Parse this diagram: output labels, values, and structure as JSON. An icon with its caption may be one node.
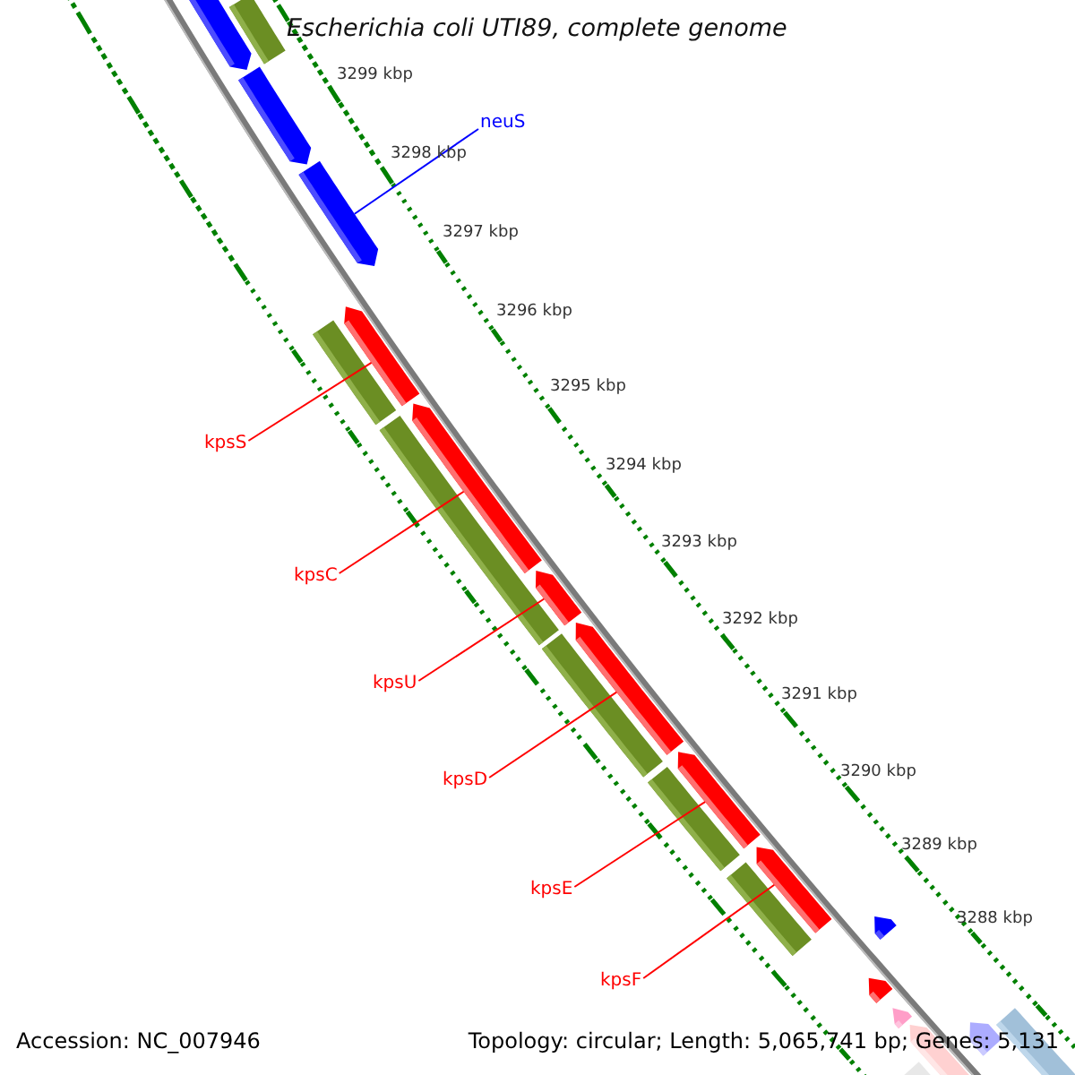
{
  "diagram": {
    "title": "Escherichia coli UTI89, complete genome",
    "nodes": [
      {
        "text": [
          "neuS"
        ]
      },
      {
        "text": [
          "kpsS"
        ]
      },
      {
        "text": [
          "kpsC"
        ]
      },
      {
        "text": [
          "kpsU"
        ]
      },
      {
        "text": [
          "kpsD"
        ]
      },
      {
        "text": [
          "kpsE"
        ]
      },
      {
        "text": [
          "kpsF"
        ]
      },
      {
        "text": [],
        "shape": "bar"
      },
      {
        "text": [],
        "shape": "arrow"
      },
      {
        "text": [],
        "shape": "arrow"
      },
      {
        "text": [],
        "shape": "arrow"
      },
      {
        "text": [],
        "shape": "arrow"
      },
      {
        "text": [],
        "shape": "bar"
      },
      {
        "text": [],
        "shape": "arrow"
      },
      {
        "text": [],
        "shape": "bar"
      },
      {
        "text": [],
        "shape": "arrow"
      },
      {
        "text": [],
        "shape": "arrow"
      },
      {
        "text": [],
        "shape": "bar"
      },
      {
        "text": [],
        "shape": "arrow"
      },
      {
        "text": [],
        "shape": "bar"
      },
      {
        "text": [],
        "shape": "arrow"
      },
      {
        "text": [],
        "shape": "bar"
      },
      {
        "text": [],
        "shape": "arrow"
      },
      {
        "text": [],
        "shape": "arrow"
      },
      {
        "text": [],
        "shape": "arrow"
      },
      {
        "text": [],
        "shape": "arrow"
      },
      {
        "text": [],
        "shape": "bar"
      },
      {
        "text": [],
        "shape": "arrow"
      },
      {
        "text": [],
        "shape": "bar"
      }
    ],
    "edges": [
      {
        "from": 0,
        "to": 10,
        "arrow": "none",
        "color": "#0000ff"
      },
      {
        "from": 1,
        "to": 11,
        "arrow": "none"
      },
      {
        "from": 2,
        "to": 13,
        "arrow": "none"
      },
      {
        "from": 3,
        "to": 15,
        "arrow": "none"
      },
      {
        "from": 4,
        "to": 16,
        "arrow": "none"
      },
      {
        "from": 5,
        "to": 18,
        "arrow": "none"
      },
      {
        "from": 6,
        "to": 20,
        "arrow": "none"
      }
    ],
    "labels": [
      "3299 kbp",
      "3298 kbp",
      "3297 kbp",
      "3296 kbp",
      "3295 kbp",
      "3294 kbp",
      "3293 kbp",
      "3292 kbp",
      "3291 kbp",
      "3290 kbp",
      "3289 kbp",
      "3288 kbp",
      "Accession: NC_007946",
      "Topology: circular; Length: 5,065,741 bp; Genes: 5,131"
    ]
  }
}
